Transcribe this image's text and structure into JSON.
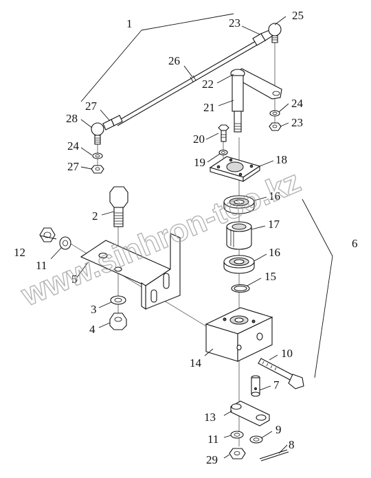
{
  "watermark": "www.sinhron-too.kz",
  "callouts": {
    "c1": "1",
    "c23a": "23",
    "c25": "25",
    "c26": "26",
    "c22": "22",
    "c21": "21",
    "c24a": "24",
    "c23b": "23",
    "c27a": "27",
    "c28": "28",
    "c20": "20",
    "c24b": "24",
    "c19": "19",
    "c18": "18",
    "c27b": "27",
    "c16a": "16",
    "c2": "2",
    "c17": "17",
    "c6": "6",
    "c12": "12",
    "c11a": "11",
    "c16b": "16",
    "c5": "5",
    "c15": "15",
    "c3": "3",
    "c4": "4",
    "c10": "10",
    "c14": "14",
    "c7": "7",
    "c13": "13",
    "c9": "9",
    "c11b": "11",
    "c8": "8",
    "c29": "29"
  }
}
